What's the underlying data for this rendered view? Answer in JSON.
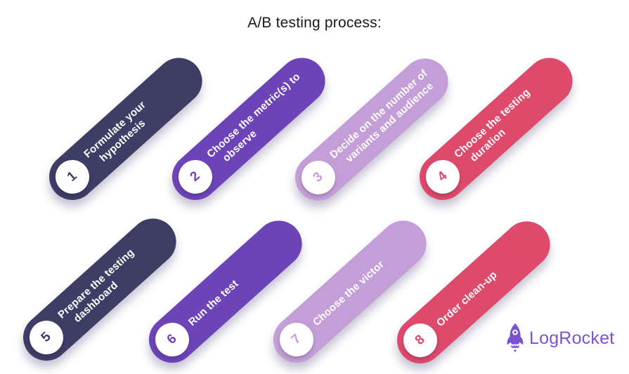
{
  "title": "A/B testing process:",
  "steps": [
    {
      "number": "1",
      "line1": "Formulate your",
      "line2": "hypothesis",
      "color": "#3e3d66"
    },
    {
      "number": "2",
      "line1": "Choose the metric(s) to",
      "line2": "observe",
      "color": "#6d44b8"
    },
    {
      "number": "3",
      "line1": "Decide on the number of",
      "line2": "variants and audience",
      "color": "#c49ed6"
    },
    {
      "number": "4",
      "line1": "Choose the testing",
      "line2": "duration",
      "color": "#dd4a6b"
    },
    {
      "number": "5",
      "line1": "Prepare the testing",
      "line2": "dashboard",
      "color": "#3e3d66"
    },
    {
      "number": "6",
      "line1": "Run the test",
      "line2": "",
      "color": "#6d44b8"
    },
    {
      "number": "7",
      "line1": "Choose the victor",
      "line2": "",
      "color": "#c49ed6"
    },
    {
      "number": "8",
      "line1": "Order clean-up",
      "line2": "",
      "color": "#dd4a6b"
    }
  ],
  "logo": {
    "text": "LogRocket",
    "color": "#7a53d0",
    "icon": "rocket-icon"
  }
}
